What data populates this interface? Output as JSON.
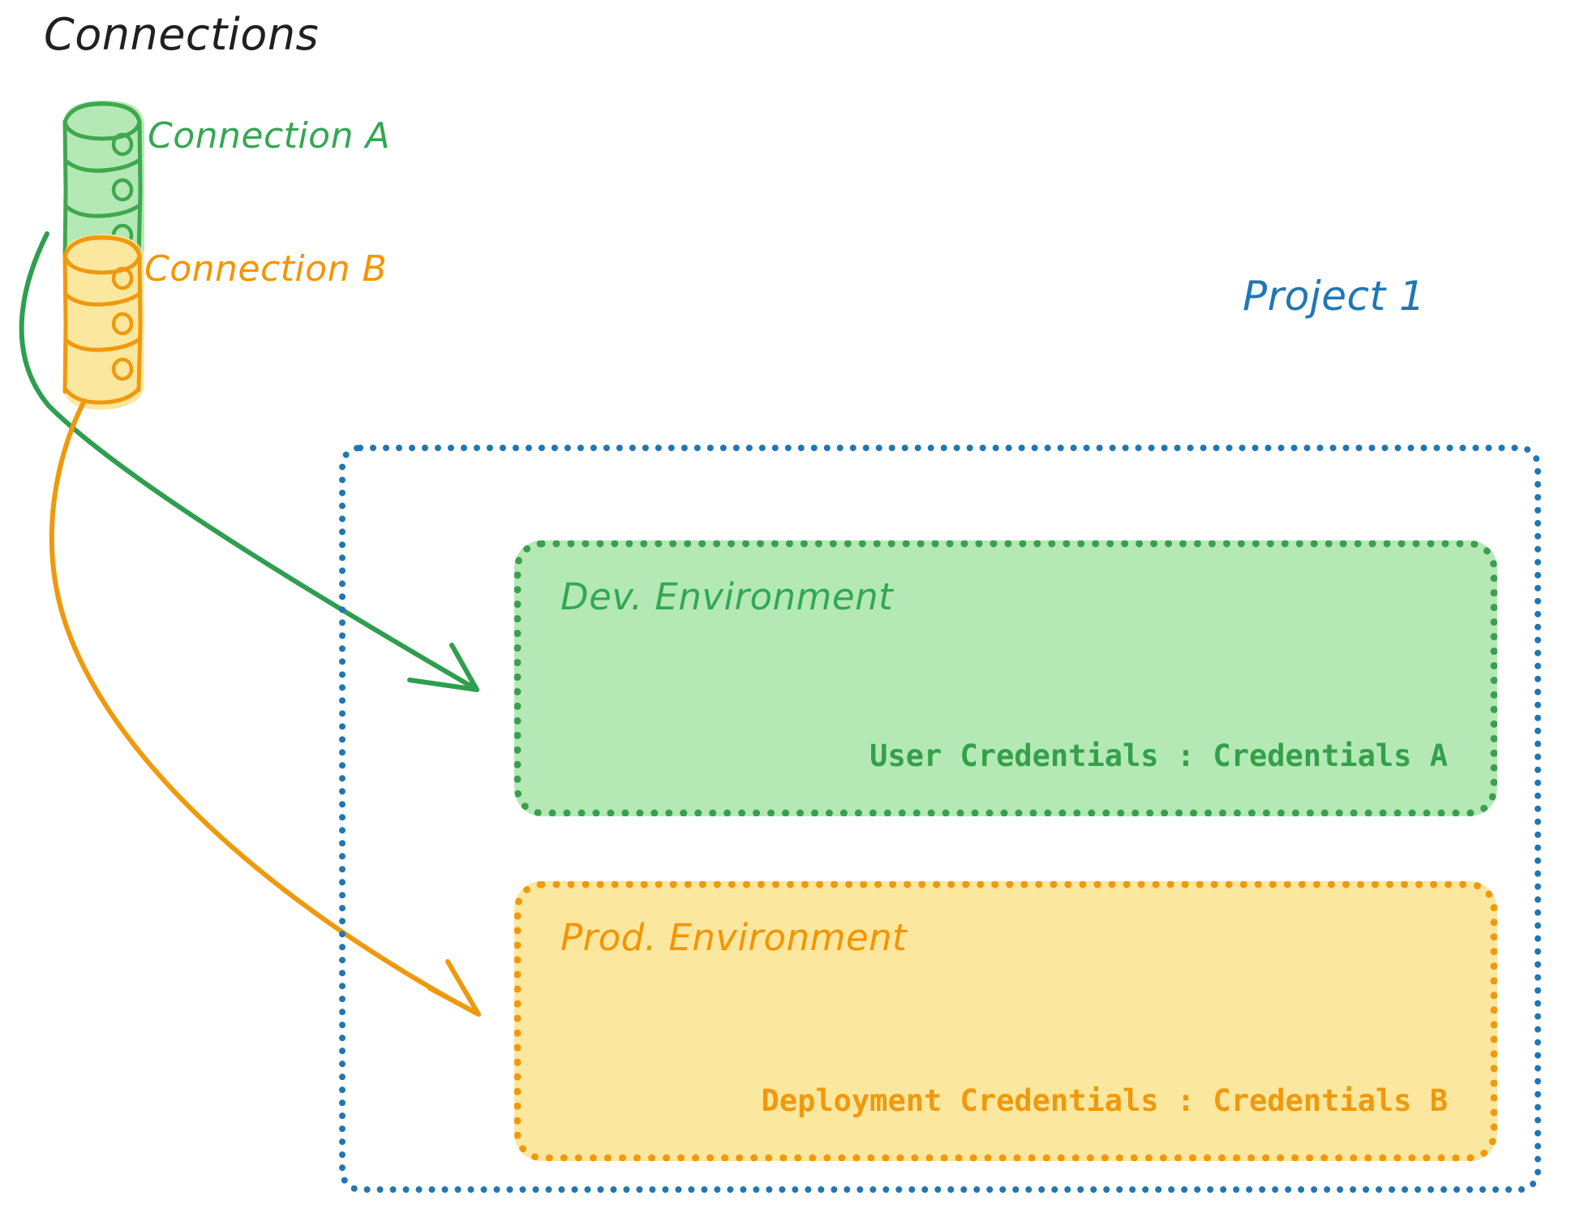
{
  "diagram": {
    "title": "Connections",
    "connections_heading": "Connections",
    "connections": [
      {
        "id": "connection-a",
        "label": "Connection A",
        "icon": "database-cylinder-icon",
        "color": "#32a852",
        "fill": "#b4e9b5"
      },
      {
        "id": "connection-b",
        "label": "Connection B",
        "icon": "database-cylinder-icon",
        "color": "#f59400",
        "fill": "#fbe79e"
      }
    ],
    "project": {
      "label": "Project 1",
      "color": "#1f77b4",
      "environments": [
        {
          "id": "dev-environment",
          "title": "Dev. Environment",
          "credentials": "User Credentials : Credentials A",
          "color": "#32a852",
          "fill": "#b4e9b5",
          "border": "#3c9e4f"
        },
        {
          "id": "prod-environment",
          "title": "Prod. Environment",
          "credentials": "Deployment Credentials : Credentials B",
          "color": "#f59400",
          "fill": "#fbe79e",
          "border": "#f0990c"
        }
      ]
    },
    "arrows": [
      {
        "id": "connection-a-to-dev",
        "from": "connection-a",
        "to": "dev-environment",
        "color": "#2e9e4f"
      },
      {
        "id": "connection-b-to-prod",
        "from": "connection-b",
        "to": "prod-environment",
        "color": "#f0990c"
      }
    ]
  }
}
